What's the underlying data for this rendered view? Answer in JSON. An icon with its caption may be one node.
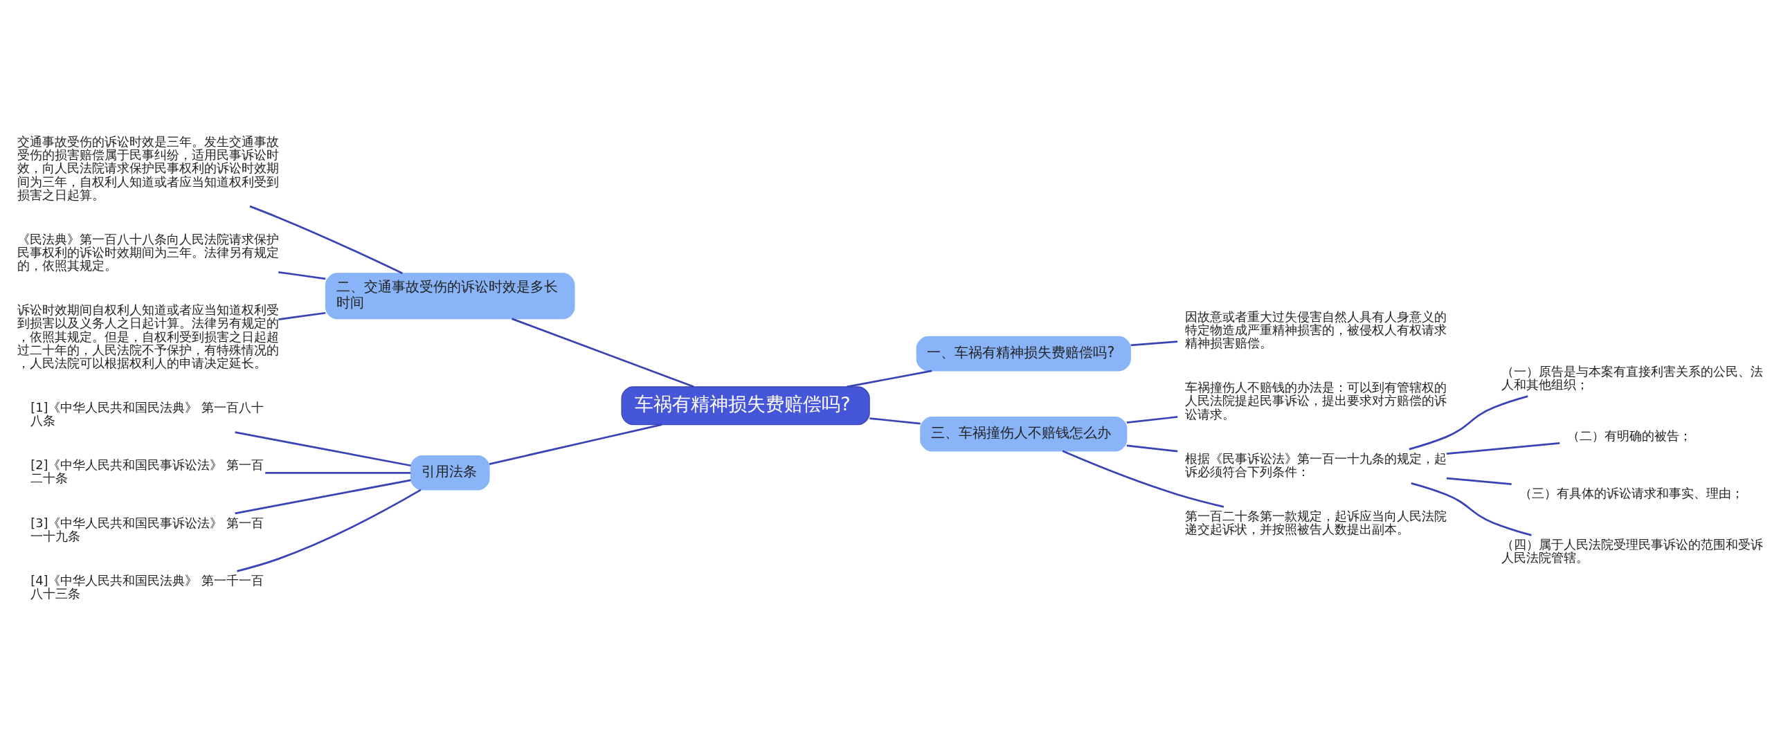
{
  "diagram": {
    "nodes": [
      {
        "text": [
          "车祸有精神损失费赔偿吗?"
        ]
      },
      {
        "text": [
          "二、交通事故受伤的诉讼时效是多长时间"
        ]
      },
      {
        "text": [
          "交通事故受伤的诉讼时效是三年。发生交通事故受伤的损害赔偿属于民事纠纷，适用民事诉讼时效，向人民法院请求保护民事权利的诉讼时效期间为三年，自权利人知道或者应当知道权利受到损害之日起算。"
        ]
      },
      {
        "text": [
          "《民法典》第一百八十八条向人民法院请求保护民事权利的诉讼时效期间为三年。法律另有规定的，依照其规定。"
        ]
      },
      {
        "text": [
          "诉讼时效期间自权利人知道或者应当知道权利受到损害以及义务人之日起计算。法律另有规定的，依照其规定。但是，自权利受到损害之日起超过二十年的，人民法院不予保护，有特殊情况的，人民法院可以根据权利人的申请决定延长。"
        ]
      },
      {
        "text": [
          "引用法条"
        ]
      },
      {
        "text": [
          "[1]《中华人民共和国民法典》 第一百八十八条"
        ]
      },
      {
        "text": [
          "[2]《中华人民共和国民事诉讼法》 第一百二十条"
        ]
      },
      {
        "text": [
          "[3]《中华人民共和国民事诉讼法》 第一百一十九条"
        ]
      },
      {
        "text": [
          "[4]《中华人民共和国民法典》 第一千一百八十三条"
        ]
      },
      {
        "text": [
          "一、车祸有精神损失费赔偿吗?"
        ]
      },
      {
        "text": [
          "因故意或者重大过失侵害自然人具有人身意义的特定物造成严重精神损害的，被侵权人有权请求精神损害赔偿。"
        ]
      },
      {
        "text": [
          "三、车祸撞伤人不赔钱怎么办"
        ]
      },
      {
        "text": [
          "车祸撞伤人不赔钱的办法是：可以到有管辖权的人民法院提起民事诉讼，提出要求对方赔偿的诉讼请求。"
        ]
      },
      {
        "text": [
          "根据《民事诉讼法》第一百一十九条的规定，起诉必须符合下列条件："
        ]
      },
      {
        "text": [
          "（一）原告是与本案有直接利害关系的公民、法人和其他组织；"
        ]
      },
      {
        "text": [
          "（二）有明确的被告；"
        ]
      },
      {
        "text": [
          "（三）有具体的诉讼请求和事实、理由；"
        ]
      },
      {
        "text": [
          "（四）属于人民法院受理民事诉讼的范围和受诉人民法院管辖。"
        ]
      },
      {
        "text": [
          "第一百二十条第一款规定，起诉应当向人民法院递交起诉状，并按照被告人数提出副本。"
        ]
      }
    ],
    "edges": [
      {
        "from": 0,
        "to": 1,
        "arrow": "none"
      },
      {
        "from": 1,
        "to": 2,
        "arrow": "none"
      },
      {
        "from": 1,
        "to": 3,
        "arrow": "none"
      },
      {
        "from": 1,
        "to": 4,
        "arrow": "none"
      },
      {
        "from": 0,
        "to": 5,
        "arrow": "none"
      },
      {
        "from": 5,
        "to": 6,
        "arrow": "none"
      },
      {
        "from": 5,
        "to": 7,
        "arrow": "none"
      },
      {
        "from": 5,
        "to": 8,
        "arrow": "none"
      },
      {
        "from": 5,
        "to": 9,
        "arrow": "none"
      },
      {
        "from": 0,
        "to": 10,
        "arrow": "none"
      },
      {
        "from": 10,
        "to": 11,
        "arrow": "none"
      },
      {
        "from": 0,
        "to": 12,
        "arrow": "none"
      },
      {
        "from": 12,
        "to": 13,
        "arrow": "none"
      },
      {
        "from": 12,
        "to": 14,
        "arrow": "none"
      },
      {
        "from": 14,
        "to": 15,
        "arrow": "none"
      },
      {
        "from": 14,
        "to": 16,
        "arrow": "none"
      },
      {
        "from": 14,
        "to": 17,
        "arrow": "none"
      },
      {
        "from": 14,
        "to": 18,
        "arrow": "none"
      },
      {
        "from": 12,
        "to": 19,
        "arrow": "none"
      }
    ]
  }
}
